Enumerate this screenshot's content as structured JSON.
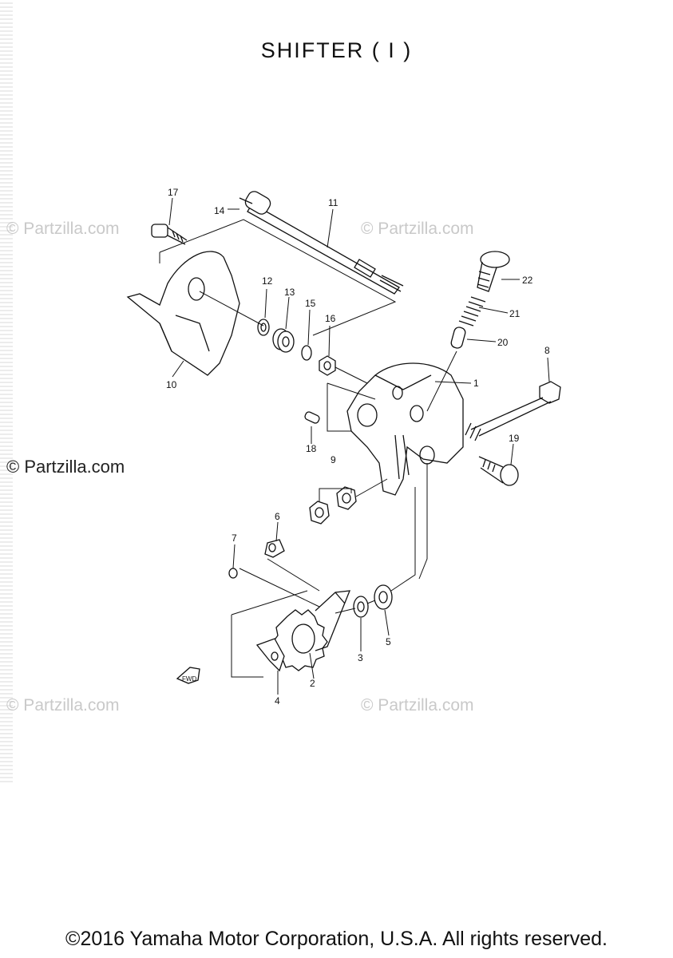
{
  "title": "SHIFTER  ( I )",
  "copyright": "©2016 Yamaha Motor Corporation, U.S.A. All rights reserved.",
  "watermarks": {
    "w1": "© Partzilla.com",
    "w2": "© Partzilla.com",
    "w3": "© Partzilla.com",
    "w4": "© Partzilla.com",
    "w5": "© Partzilla.com"
  },
  "fwd_label": "FWD",
  "callouts": {
    "c1": "1",
    "c2": "2",
    "c3": "3",
    "c4": "4",
    "c5": "5",
    "c6": "6",
    "c7": "7",
    "c8": "8",
    "c9": "9",
    "c10": "10",
    "c11": "11",
    "c12": "12",
    "c13": "13",
    "c14": "14",
    "c15": "15",
    "c16": "16",
    "c17": "17",
    "c18": "18",
    "c19": "19",
    "c20": "20",
    "c21": "21",
    "c22": "22"
  }
}
